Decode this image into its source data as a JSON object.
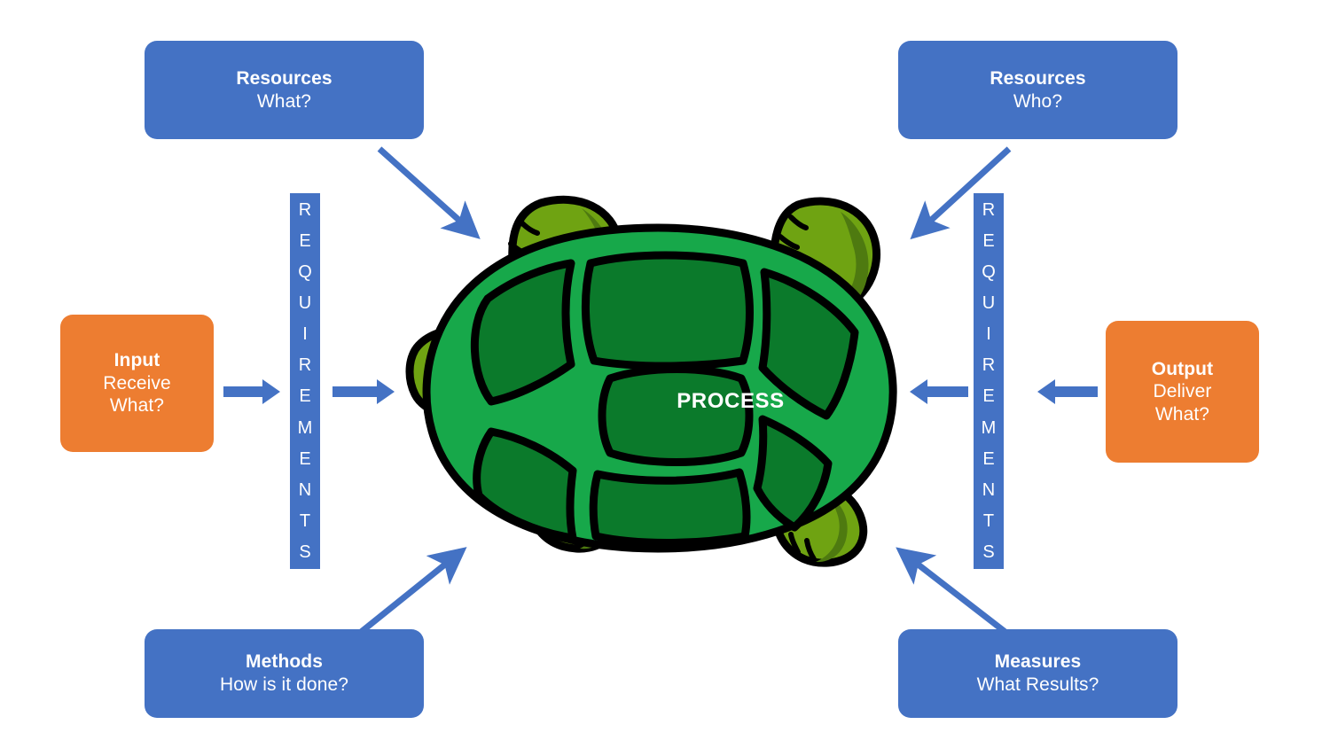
{
  "diagram": {
    "type": "turtle-diagram",
    "center_label": "PROCESS",
    "background_color": "#FFFFFF",
    "colors": {
      "blue": "#4472C4",
      "orange": "#ED7D31",
      "arrow_blue": "#4472C4",
      "shell_light_green": "#17A84A",
      "shell_dark_green": "#0B7A2B",
      "limb_green": "#6FA312",
      "limb_shadow_green": "#4E7A10",
      "outline_black": "#000000",
      "text_white": "#FFFFFF"
    }
  },
  "boxes": {
    "resources_what": {
      "title": "Resources",
      "subtitle": "What?",
      "color": "#4472C4"
    },
    "resources_who": {
      "title": "Resources",
      "subtitle": "Who?",
      "color": "#4472C4"
    },
    "input": {
      "title": "Input",
      "line2": "Receive",
      "line3": "What?",
      "color": "#ED7D31"
    },
    "output": {
      "title": "Output",
      "line2": "Deliver",
      "line3": "What?",
      "color": "#ED7D31"
    },
    "methods": {
      "title": "Methods",
      "subtitle": "How is it done?",
      "color": "#4472C4"
    },
    "measures": {
      "title": "Measures",
      "subtitle": "What Results?",
      "color": "#4472C4"
    }
  },
  "requirements": {
    "label": "REQUIREMENTS",
    "letters": [
      "R",
      "E",
      "Q",
      "U",
      "I",
      "R",
      "E",
      "M",
      "E",
      "N",
      "T",
      "S"
    ],
    "color": "#4472C4"
  },
  "arrows": [
    {
      "name": "resources-what-to-turtle",
      "direction": "down-right",
      "color": "#4472C4"
    },
    {
      "name": "resources-who-to-turtle",
      "direction": "down-left",
      "color": "#4472C4"
    },
    {
      "name": "input-to-requirements",
      "direction": "right",
      "color": "#4472C4"
    },
    {
      "name": "requirements-to-turtle",
      "direction": "right",
      "color": "#4472C4"
    },
    {
      "name": "turtle-to-requirements",
      "direction": "left",
      "color": "#4472C4"
    },
    {
      "name": "requirements-to-output",
      "direction": "left",
      "color": "#4472C4"
    },
    {
      "name": "methods-to-turtle",
      "direction": "up-right",
      "color": "#4472C4"
    },
    {
      "name": "measures-to-turtle",
      "direction": "up-left",
      "color": "#4472C4"
    }
  ]
}
